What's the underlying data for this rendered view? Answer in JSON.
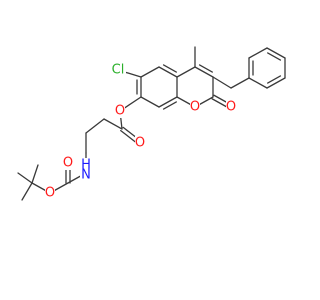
{
  "atoms": [
    {
      "id": "Cl",
      "label": "Cl",
      "color": "#2bb02b"
    },
    {
      "id": "O_ester",
      "label": "O",
      "color": "#ff1a1a"
    },
    {
      "id": "O_carbonyl_ester",
      "label": "O",
      "color": "#ff1a1a"
    },
    {
      "id": "O_ring",
      "label": "O",
      "color": "#ff1a1a"
    },
    {
      "id": "O_lactone",
      "label": "O",
      "color": "#ff1a1a"
    },
    {
      "id": "N",
      "label": "H",
      "sub": "N",
      "color": "#1a1aff"
    },
    {
      "id": "O_carbamate_carbonyl",
      "label": "O",
      "color": "#ff1a1a"
    },
    {
      "id": "O_carbamate",
      "label": "O",
      "color": "#ff1a1a"
    }
  ]
}
